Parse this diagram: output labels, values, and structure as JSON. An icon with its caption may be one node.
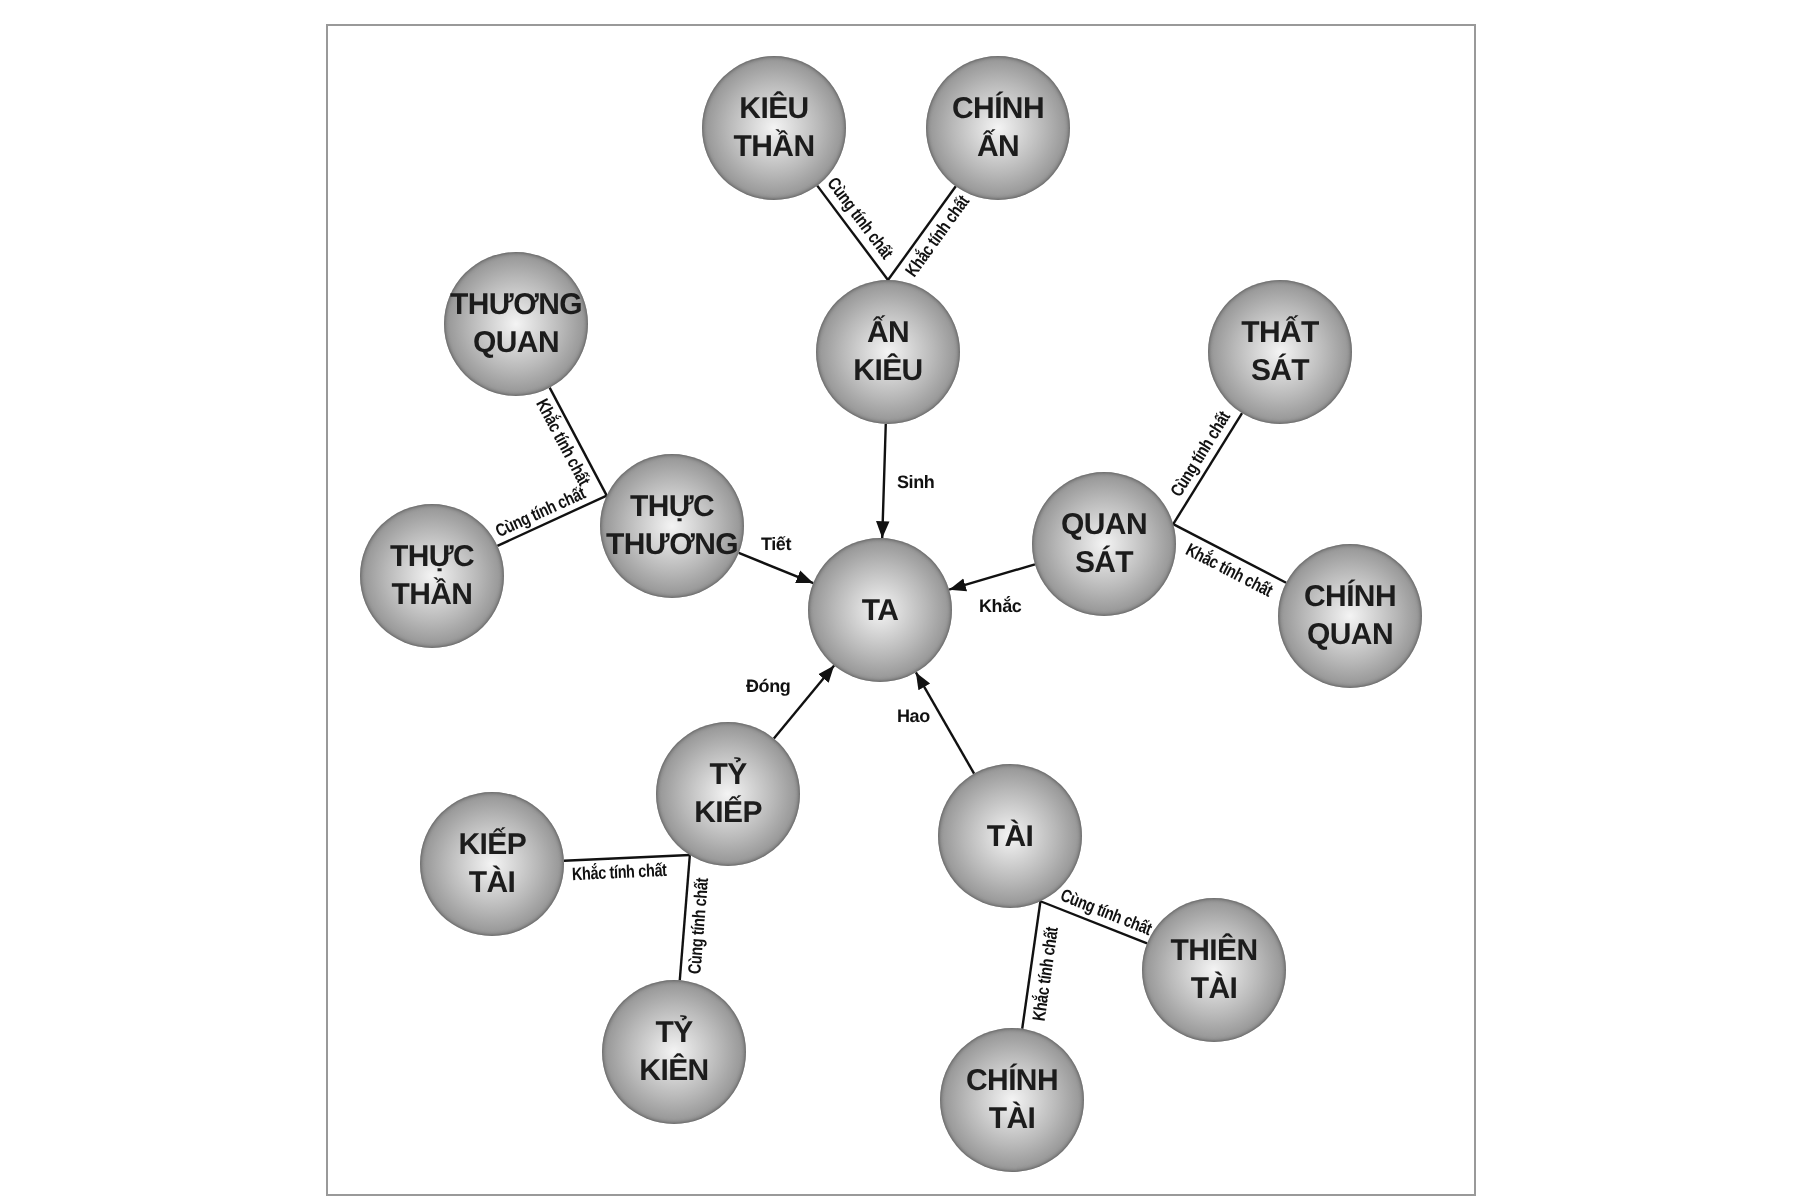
{
  "diagram": {
    "nodes": [
      {
        "text": [
          "TA"
        ]
      },
      {
        "text": [
          "ẤN KIÊU"
        ]
      },
      {
        "text": [
          "KIÊU THẦN"
        ]
      },
      {
        "text": [
          "CHÍNH ẤN"
        ]
      },
      {
        "text": [
          "QUAN SÁT"
        ]
      },
      {
        "text": [
          "THẤT SÁT"
        ]
      },
      {
        "text": [
          "CHÍNH QUAN"
        ]
      },
      {
        "text": [
          "TÀI"
        ]
      },
      {
        "text": [
          "THIÊN TÀI"
        ]
      },
      {
        "text": [
          "CHÍNH TÀI"
        ]
      },
      {
        "text": [
          "TỶ KIẾP"
        ]
      },
      {
        "text": [
          "KIẾP TÀI"
        ]
      },
      {
        "text": [
          "TỶ KIÊN"
        ]
      },
      {
        "text": [
          "THỰC THƯƠNG"
        ]
      },
      {
        "text": [
          "THƯƠNG QUAN"
        ]
      },
      {
        "text": [
          "THỰC THẦN"
        ]
      }
    ],
    "edges": [
      {
        "from": 1,
        "to": 0,
        "arrow": "to",
        "label": "Sinh"
      },
      {
        "from": 13,
        "to": 0,
        "arrow": "to",
        "label": "Tiết"
      },
      {
        "from": 4,
        "to": 0,
        "arrow": "to",
        "label": "Khắc"
      },
      {
        "from": 10,
        "to": 0,
        "arrow": "to",
        "label": "Đóng"
      },
      {
        "from": 7,
        "to": 0,
        "arrow": "to",
        "label": "Hao"
      },
      {
        "from": 1,
        "to": 2,
        "arrow": "none",
        "label": "Cùng tính chất"
      },
      {
        "from": 1,
        "to": 3,
        "arrow": "none",
        "label": "Khắc tính chất"
      },
      {
        "from": 13,
        "to": 14,
        "arrow": "none",
        "label": "Khắc tính chất"
      },
      {
        "from": 13,
        "to": 15,
        "arrow": "none",
        "label": "Cùng tính chất"
      },
      {
        "from": 4,
        "to": 5,
        "arrow": "none",
        "label": "Cùng tính chất"
      },
      {
        "from": 4,
        "to": 6,
        "arrow": "none",
        "label": "Khắc tính chất"
      },
      {
        "from": 10,
        "to": 11,
        "arrow": "none",
        "label": "Khắc tính chất"
      },
      {
        "from": 10,
        "to": 12,
        "arrow": "none",
        "label": "Cùng tính chất"
      },
      {
        "from": 7,
        "to": 8,
        "arrow": "none",
        "label": "Cùng tính chất"
      },
      {
        "from": 7,
        "to": 9,
        "arrow": "none",
        "label": "Khắc tính chất"
      }
    ]
  }
}
